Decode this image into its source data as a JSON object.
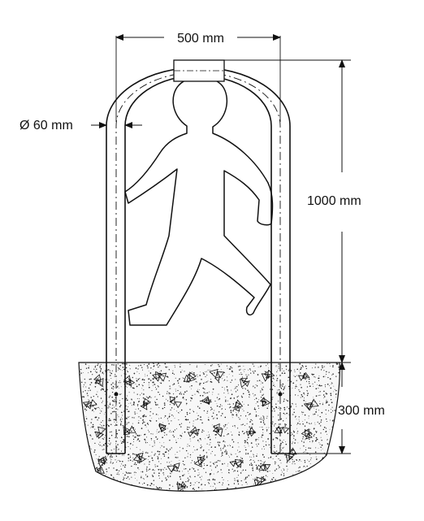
{
  "dimensions": {
    "width_label": "500 mm",
    "diameter_label": "Ø 60 mm",
    "height_label": "1000 mm",
    "depth_label": "300 mm"
  },
  "colors": {
    "line": "#111111",
    "concrete_fill": "#f7f7f7",
    "background": "#ffffff"
  }
}
